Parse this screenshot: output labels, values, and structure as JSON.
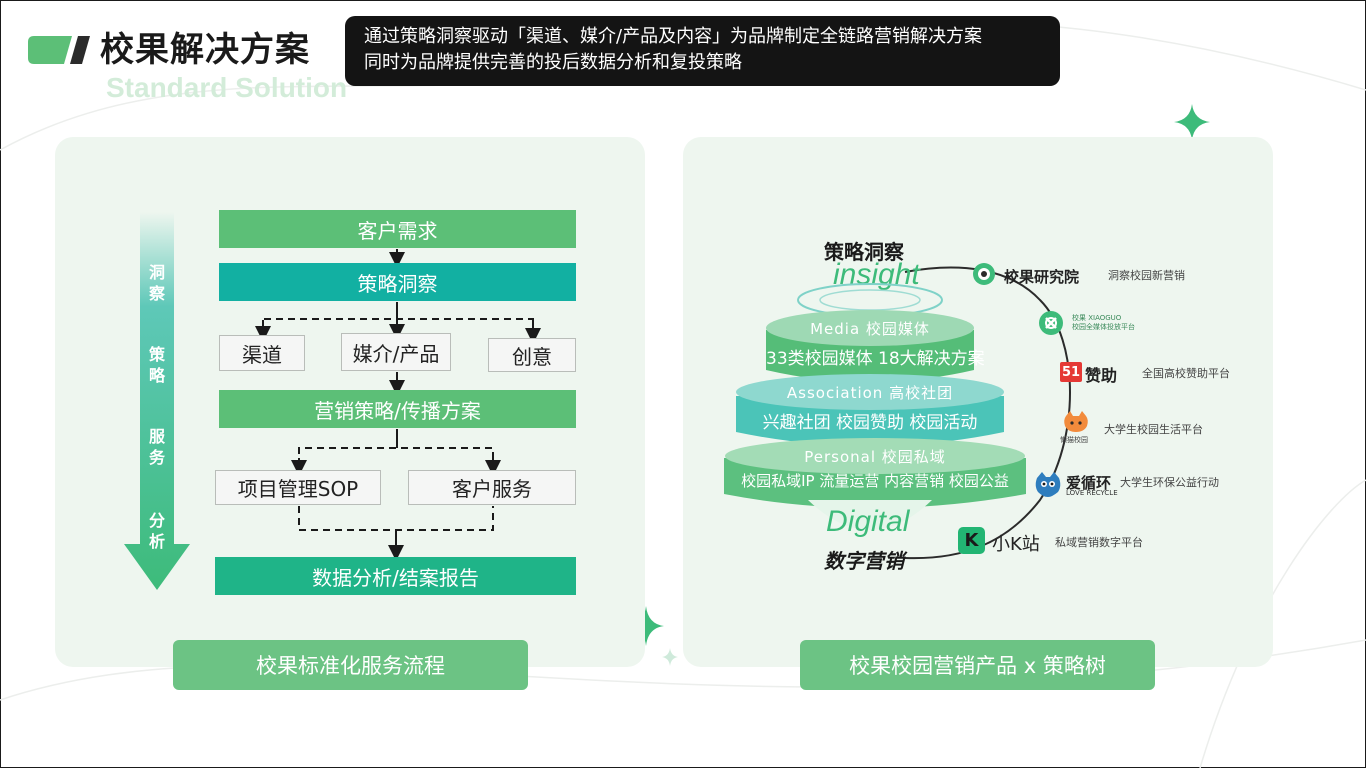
{
  "header": {
    "title": "校果解决方案",
    "subtitle": "Standard Solution",
    "banner_line1": "通过策略洞察驱动「渠道、媒介/产品及内容」为品牌制定全链路营销解决方案",
    "banner_line2": "同时为品牌提供完善的投后数据分析和复投策略"
  },
  "left_panel": {
    "side_steps": [
      "洞察",
      "策略",
      "服务",
      "分析"
    ],
    "flow": {
      "customer_need": "客户需求",
      "strategy_insight": "策略洞察",
      "channel": "渠道",
      "media_product": "媒介/产品",
      "creative": "创意",
      "marketing_plan": "营销策略/传播方案",
      "project_sop": "项目管理SOP",
      "customer_service": "客户服务",
      "data_report": "数据分析/结案报告"
    },
    "button_label": "校果标准化服务流程"
  },
  "right_panel": {
    "top_label_cn": "策略洞察",
    "top_label_en": "insight",
    "layers": [
      {
        "title": "Media 校园媒体",
        "body": "33类校园媒体 18大解决方案"
      },
      {
        "title": "Association 高校社团",
        "body": "兴趣社团  校园赞助  校园活动"
      },
      {
        "title": "Personal 校园私域",
        "body": "校园私域IP 流量运营  内容营销  校园公益"
      }
    ],
    "bottom_label_en": "Digital",
    "bottom_label_cn": "数字营销",
    "brands": [
      {
        "name": "校果研究院",
        "desc": "洞察校园新营销",
        "icon": "research-eye-icon"
      },
      {
        "name": "校果 XIAOGUO",
        "desc": "校园全媒体投放平台",
        "icon": "knot-logo-icon"
      },
      {
        "name": "赞助",
        "badge": "51",
        "desc": "全国高校赞助平台",
        "icon": "51-logo-icon"
      },
      {
        "name": "懒猫校园",
        "desc": "大学生校园生活平台",
        "icon": "cat-logo-icon"
      },
      {
        "name": "爱循环",
        "sub": "LOVE RECYCLE",
        "desc": "大学生环保公益行动",
        "icon": "recycle-mascot-icon"
      },
      {
        "name": "小K站",
        "badge": "K",
        "desc": "私域营销数字平台",
        "icon": "k-logo-icon"
      }
    ],
    "button_label": "校果校园营销产品 x 策略树"
  },
  "colors": {
    "green": "#5cbf77",
    "teal": "#12b0a2",
    "dark_green": "#1fb488",
    "panel_bg": "#eef6ef",
    "banner_bg": "#141414"
  }
}
